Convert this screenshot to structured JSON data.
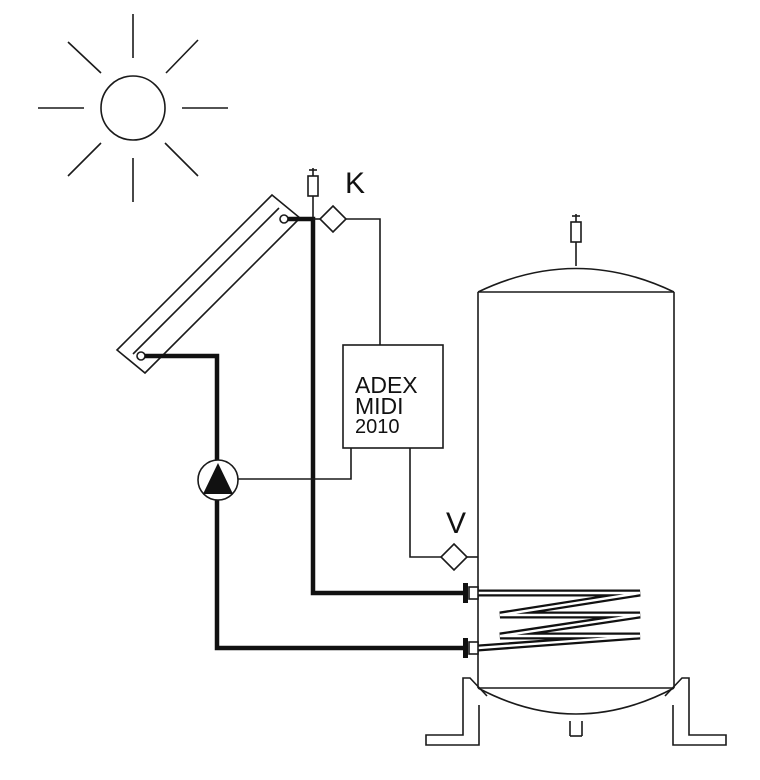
{
  "labels": {
    "collector_sensor": "K",
    "tank_sensor": "V"
  },
  "controller": {
    "line1": "ADEX",
    "line2": "MIDI",
    "line3": "2010"
  },
  "icons": {
    "sun": "sun-icon",
    "pump": "pump-icon",
    "air_vent": "air-vent-icon",
    "sensor": "sensor-diamond-icon"
  },
  "colors": {
    "line": "#111111",
    "background": "#ffffff"
  }
}
